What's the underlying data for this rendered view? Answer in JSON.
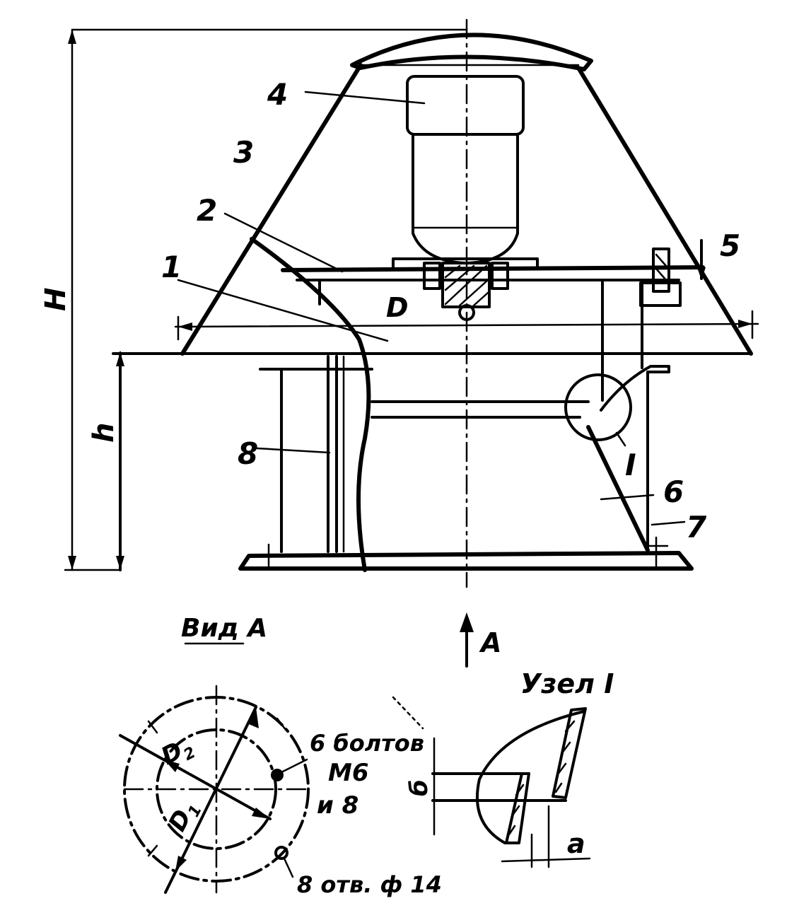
{
  "labels": {
    "part1": "1",
    "part2": "2",
    "part3": "3",
    "part4": "4",
    "part5": "5",
    "part6": "6",
    "part7": "7",
    "part8": "8",
    "dim_H": "H",
    "dim_h": "h",
    "dim_D": "D",
    "node_I": "I",
    "arrow_A": "A",
    "view_A": "Вид А",
    "node_title": "Узел I",
    "bolts_line1": "6 болтов",
    "bolts_line2": "М6",
    "bolts_line3": "и 8",
    "holes": "8 отв. ф 14",
    "dim_D1": "D",
    "dim_D1_sub": "1",
    "dim_D2": "D",
    "dim_D2_sub": "2",
    "dim_a": "a",
    "dim_b": "б"
  },
  "colors": {
    "ink": "#000000",
    "paper": "#ffffff"
  }
}
